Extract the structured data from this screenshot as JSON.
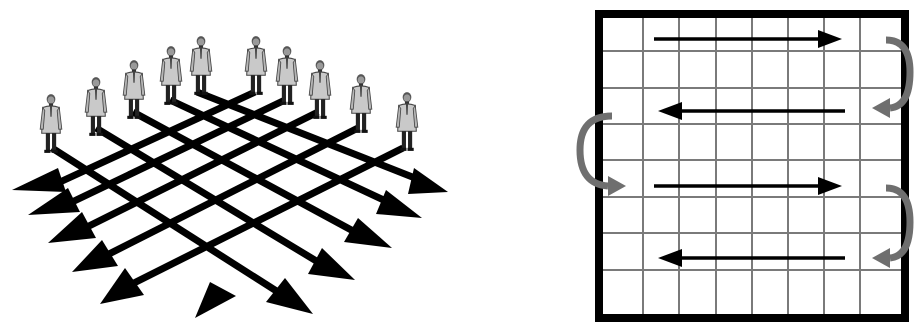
{
  "figure": {
    "left_panel": {
      "description_icon": "person-icon",
      "person_count": 10,
      "grid_arrow_count": 10
    },
    "right_panel": {
      "rows": 8,
      "cols": 8,
      "scan_directions": [
        "right",
        "left",
        "right",
        "left"
      ]
    }
  },
  "colors": {
    "ink": "#000000",
    "grid": "#7a7a7a",
    "turn_arrow": "#6f6f6f",
    "person_body": "#c8c8c8",
    "person_dark": "#3a3a3a"
  }
}
